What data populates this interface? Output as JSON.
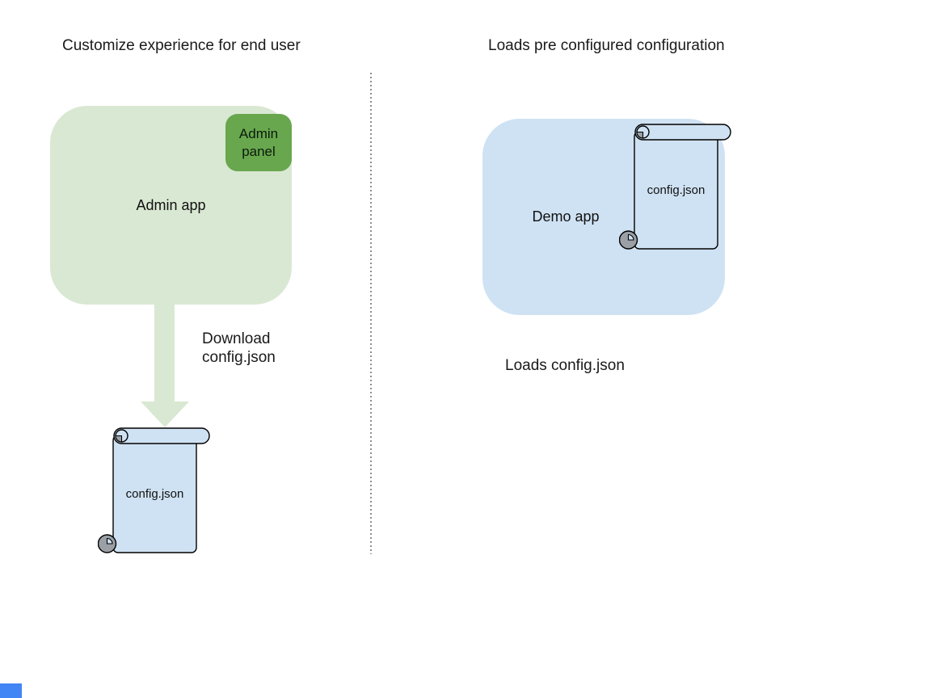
{
  "colors": {
    "green_light": "#d9e8d2",
    "green_dark": "#68a74e",
    "blue_light": "#cfe2f3",
    "gray_curl": "#9aa0a6",
    "stroke": "#000000",
    "divider": "#8f8f8f",
    "corner_accent": "#4285f4"
  },
  "left_section": {
    "title": "Customize experience for end user",
    "admin_app_label": "Admin app",
    "admin_panel_label": "Admin panel",
    "arrow_caption": "Download\nconfig.json",
    "config_file_label": "config.json"
  },
  "right_section": {
    "title": "Loads pre configured configuration",
    "demo_app_label": "Demo app",
    "config_file_label": "config.json",
    "caption": "Loads config.json"
  }
}
